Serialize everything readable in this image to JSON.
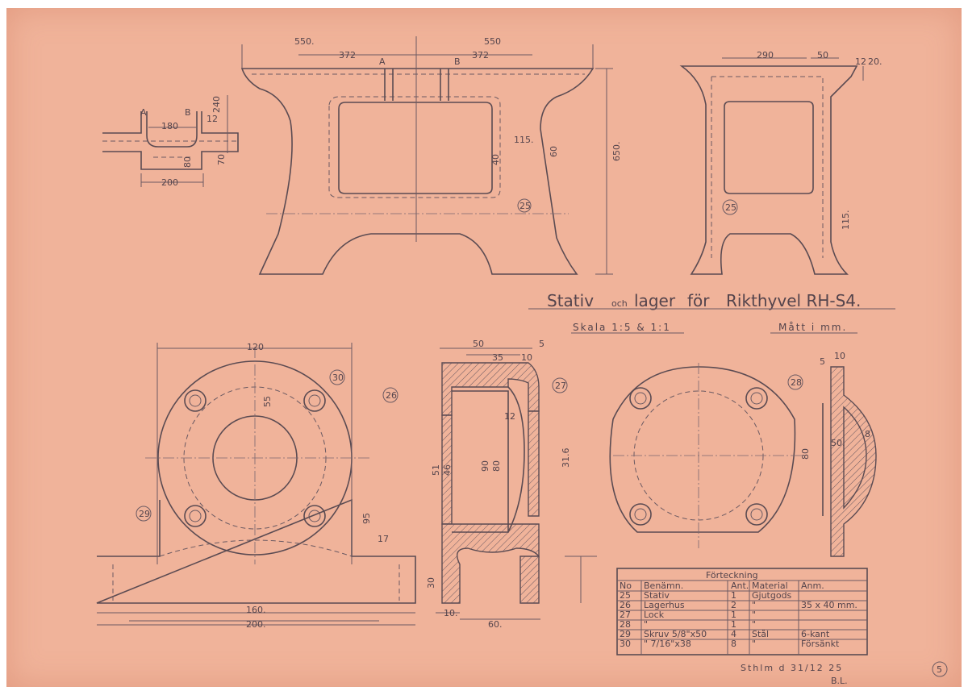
{
  "title": {
    "main": "Stativ",
    "och": "och",
    "lager": "lager",
    "for": "för",
    "rest": "Rikthyvel RH-S4.",
    "scale": "Skala 1:5 & 1:1",
    "units": "Mått i mm."
  },
  "dims_top": {
    "d550a": "550.",
    "d550b": "550",
    "d372a": "372",
    "d372b": "372",
    "A": "A",
    "B": "B",
    "d650": "650.",
    "d115": "115.",
    "d40": "40",
    "d60": "60",
    "part25": "25"
  },
  "dims_right": {
    "d290": "290",
    "d50": "50",
    "d12": "12",
    "d20": "20.",
    "d115": "115.",
    "part25": "25"
  },
  "dims_section": {
    "A": "A",
    "B": "B",
    "d180": "180",
    "d12": "12",
    "d240": "240",
    "d80": "80",
    "d70": "70",
    "d200": "200"
  },
  "dims_bearing": {
    "d120": "120",
    "d55": "55",
    "d95": "95",
    "d17": "17",
    "d160": "160.",
    "d200": "200.",
    "part30": "30",
    "part29": "29"
  },
  "dims_housing": {
    "d50": "50",
    "d35": "35",
    "d10": "10",
    "d5": "5",
    "d12": "12",
    "d51": "51",
    "d46": "46",
    "d90": "90",
    "d80": "80",
    "d316": "31.6",
    "d30": "30",
    "d10b": "10.",
    "d60": "60.",
    "part26": "26",
    "part27": "27"
  },
  "dims_lid": {
    "d5": "5",
    "d10": "10",
    "d50": "50.",
    "d8": "8",
    "d80": "80",
    "part28": "28"
  },
  "table": {
    "title": "Förteckning",
    "headers": [
      "No",
      "Benämn.",
      "Ant.",
      "Material",
      "Anm."
    ],
    "rows": [
      [
        "25",
        "Stativ",
        "1",
        "Gjutgods",
        ""
      ],
      [
        "26",
        "Lagerhus",
        "2",
        "\"",
        "35 x 40 mm."
      ],
      [
        "27",
        "Lock",
        "1",
        "\"",
        ""
      ],
      [
        "28",
        "\"",
        "1",
        "\"",
        ""
      ],
      [
        "29",
        "Skruv 5/8\"x50",
        "4",
        "Stål",
        "6-kant"
      ],
      [
        "30",
        "\" 7/16\"x38",
        "8",
        "\"",
        "Försänkt"
      ]
    ]
  },
  "signature": {
    "place": "Sthlm d 31/12 25",
    "initials": "B.L."
  },
  "sheet_number": "5",
  "colors": {
    "paper": "#f0b39a",
    "ink": "#54444c"
  }
}
